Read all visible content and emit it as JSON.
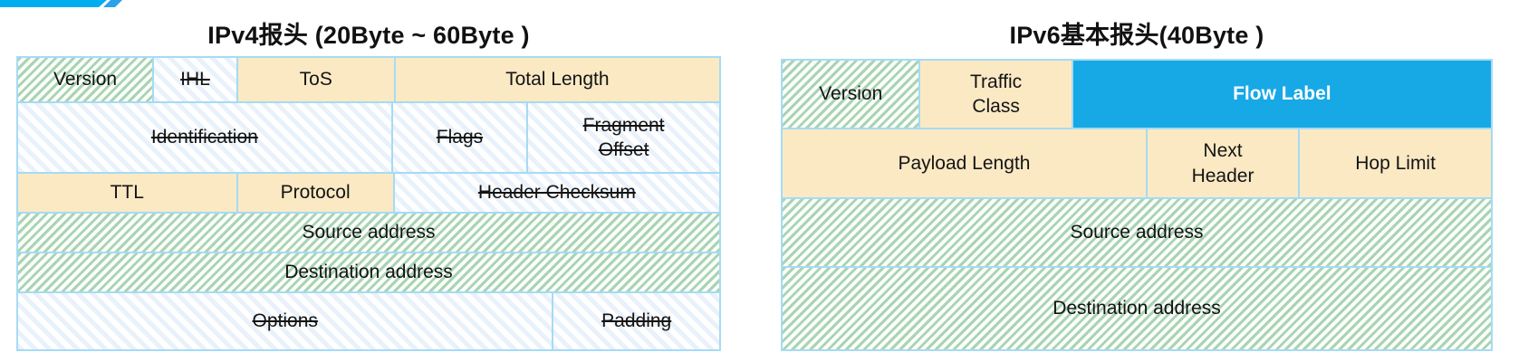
{
  "ipv4_header": {
    "title": "IPv4报头 (20Byte ~ 60Byte )",
    "fields": {
      "version": "Version",
      "ihl": "IHL",
      "tos": "ToS",
      "total_length": "Total Length",
      "identification": "Identification",
      "flags": "Flags",
      "fragment_offset": "Fragment Offset",
      "ttl": "TTL",
      "protocol": "Protocol",
      "header_checksum": "Header Checksum",
      "source_address": "Source address",
      "destination_address": "Destination address",
      "options": "Options",
      "padding": "Padding"
    },
    "removed_in_ipv6": [
      "IHL",
      "Identification",
      "Flags",
      "Fragment Offset",
      "Header Checksum",
      "Options",
      "Padding"
    ]
  },
  "ipv6_header": {
    "title": "IPv6基本报头(40Byte )",
    "fields": {
      "version": "Version",
      "traffic_class": "Traffic Class",
      "flow_label": "Flow Label",
      "payload_length": "Payload Length",
      "next_header": "Next Header",
      "hop_limit": "Hop Limit",
      "source_address": "Source address",
      "destination_address": "Destination address"
    },
    "new_field": "Flow Label"
  },
  "colors": {
    "accent_bar_blue": "#00aeef",
    "accent_slash_blue": "#2ba2e8",
    "flow_label_highlight": "#17a8e6",
    "kept_field_cream": "#fbe9c4",
    "address_green_stripe": "#a9d4b2",
    "removed_field_stripe": "#e9f1fa",
    "grid_border": "#a5dbf5",
    "text": "#141414"
  }
}
